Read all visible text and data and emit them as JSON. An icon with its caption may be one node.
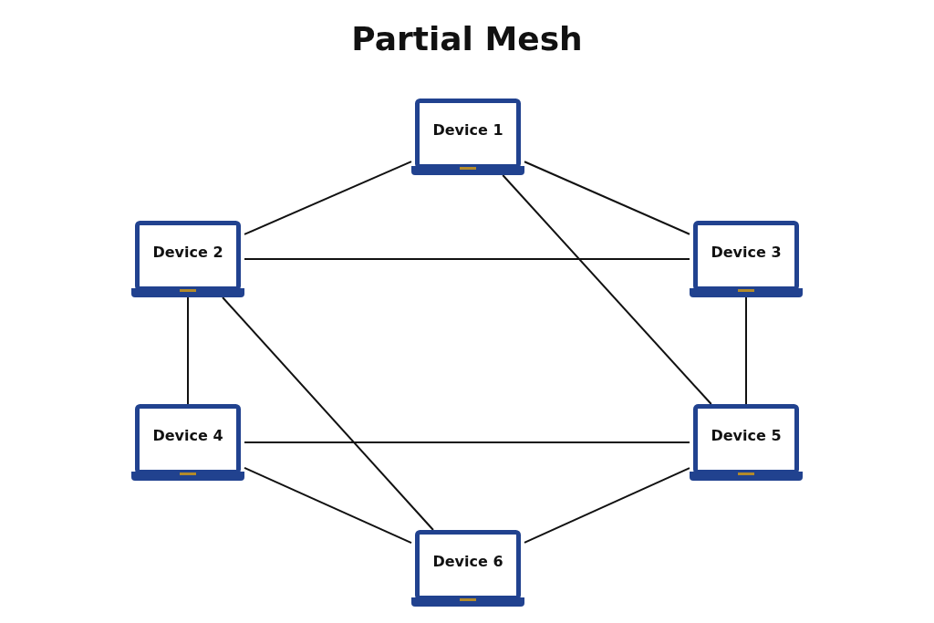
{
  "diagram": {
    "title": "Partial Mesh",
    "nodes": [
      {
        "text": [
          "Device 1"
        ]
      },
      {
        "text": [
          "Device 2"
        ]
      },
      {
        "text": [
          "Device 3"
        ]
      },
      {
        "text": [
          "Device 4"
        ]
      },
      {
        "text": [
          "Device 5"
        ]
      },
      {
        "text": [
          "Device 6"
        ]
      }
    ],
    "edges": [
      {
        "from": 0,
        "to": 1,
        "arrow": "none"
      },
      {
        "from": 0,
        "to": 2,
        "arrow": "none"
      },
      {
        "from": 0,
        "to": 4,
        "arrow": "none"
      },
      {
        "from": 1,
        "to": 2,
        "arrow": "none"
      },
      {
        "from": 1,
        "to": 3,
        "arrow": "none"
      },
      {
        "from": 1,
        "to": 5,
        "arrow": "none"
      },
      {
        "from": 2,
        "to": 4,
        "arrow": "none"
      },
      {
        "from": 3,
        "to": 4,
        "arrow": "none"
      },
      {
        "from": 3,
        "to": 5,
        "arrow": "none"
      },
      {
        "from": 4,
        "to": 5,
        "arrow": "none"
      }
    ]
  }
}
